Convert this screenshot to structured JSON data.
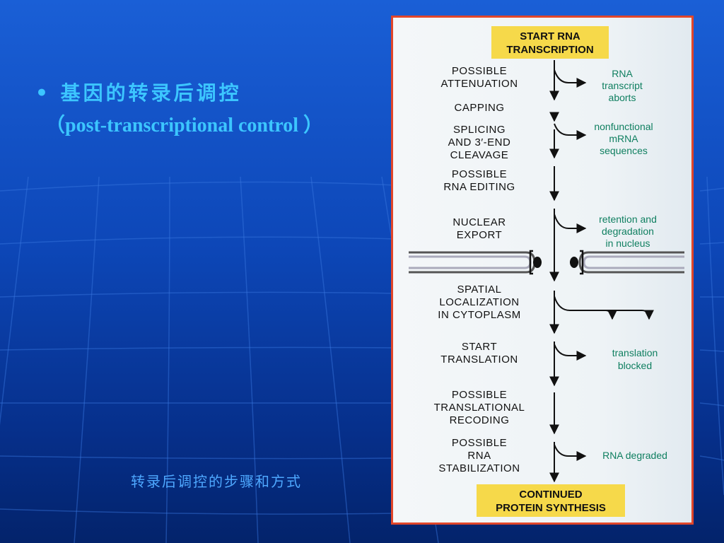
{
  "slide": {
    "bullet": "• 基因的转录后调控",
    "subtitle": "（post-transcriptional control ）",
    "caption": "转录后调控的步骤和方式"
  },
  "colors": {
    "bullet_text": "#3cc6ff",
    "caption_text": "#4ea8ff",
    "figure_border": "#e1462a",
    "box_fill": "#f6d94a",
    "outcome_text": "#0f7f60"
  },
  "diagram": {
    "start": [
      "START RNA",
      "TRANSCRIPTION"
    ],
    "end": [
      "CONTINUED",
      "PROTEIN SYNTHESIS"
    ],
    "steps": [
      [
        "POSSIBLE",
        "ATTENUATION"
      ],
      [
        "CAPPING"
      ],
      [
        "SPLICING",
        "AND 3′-END",
        "CLEAVAGE"
      ],
      [
        "POSSIBLE",
        "RNA EDITING"
      ],
      [
        "NUCLEAR",
        "EXPORT"
      ],
      [
        "SPATIAL",
        "LOCALIZATION",
        "IN CYTOPLASM"
      ],
      [
        "START",
        "TRANSLATION"
      ],
      [
        "POSSIBLE",
        "TRANSLATIONAL",
        "RECODING"
      ],
      [
        "POSSIBLE",
        "RNA",
        "STABILIZATION"
      ]
    ],
    "outcomes": [
      [
        "RNA",
        "transcript",
        "aborts"
      ],
      [
        "nonfunctional",
        "mRNA",
        "sequences"
      ],
      [
        "retention and",
        "degradation",
        "in nucleus"
      ],
      [
        "translation",
        "blocked"
      ],
      [
        "RNA degraded"
      ]
    ]
  }
}
